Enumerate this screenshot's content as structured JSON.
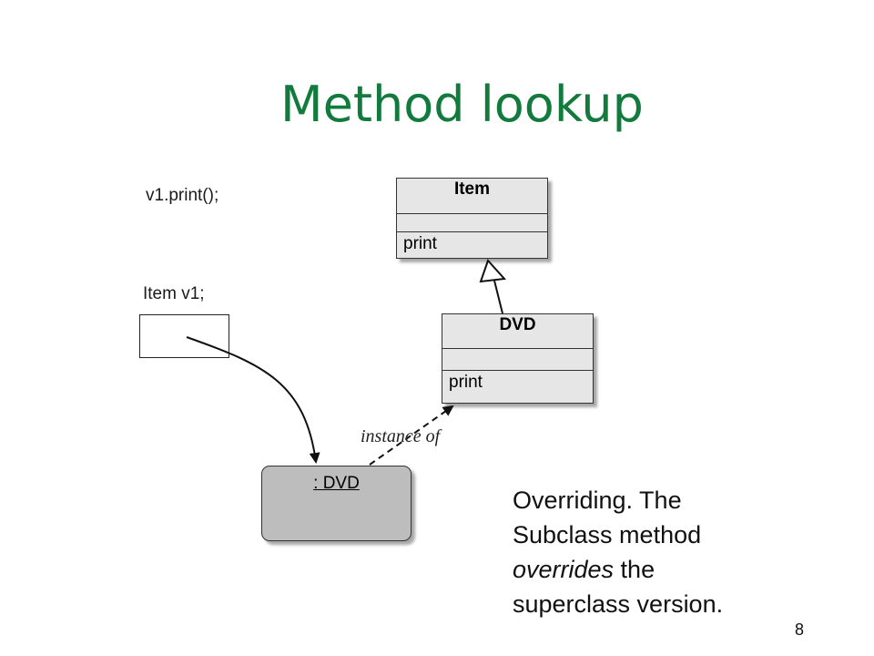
{
  "title": "Method lookup",
  "code": {
    "call": "v1.print();",
    "declaration": "Item v1;"
  },
  "classes": {
    "item": {
      "name": "Item",
      "operation": "print"
    },
    "dvd": {
      "name": "DVD",
      "operation": "print"
    }
  },
  "object": {
    "name": ": DVD"
  },
  "relation_label": "instance of",
  "note": {
    "line1": "Overriding. The",
    "line2": "Subclass method",
    "line3_emph": "overrides",
    "line3_rest": " the",
    "line4": "superclass version."
  },
  "page_number": "8",
  "colors": {
    "title": "#117a3c",
    "class_fill": "#e6e6e6",
    "object_fill": "#bdbdbd"
  }
}
